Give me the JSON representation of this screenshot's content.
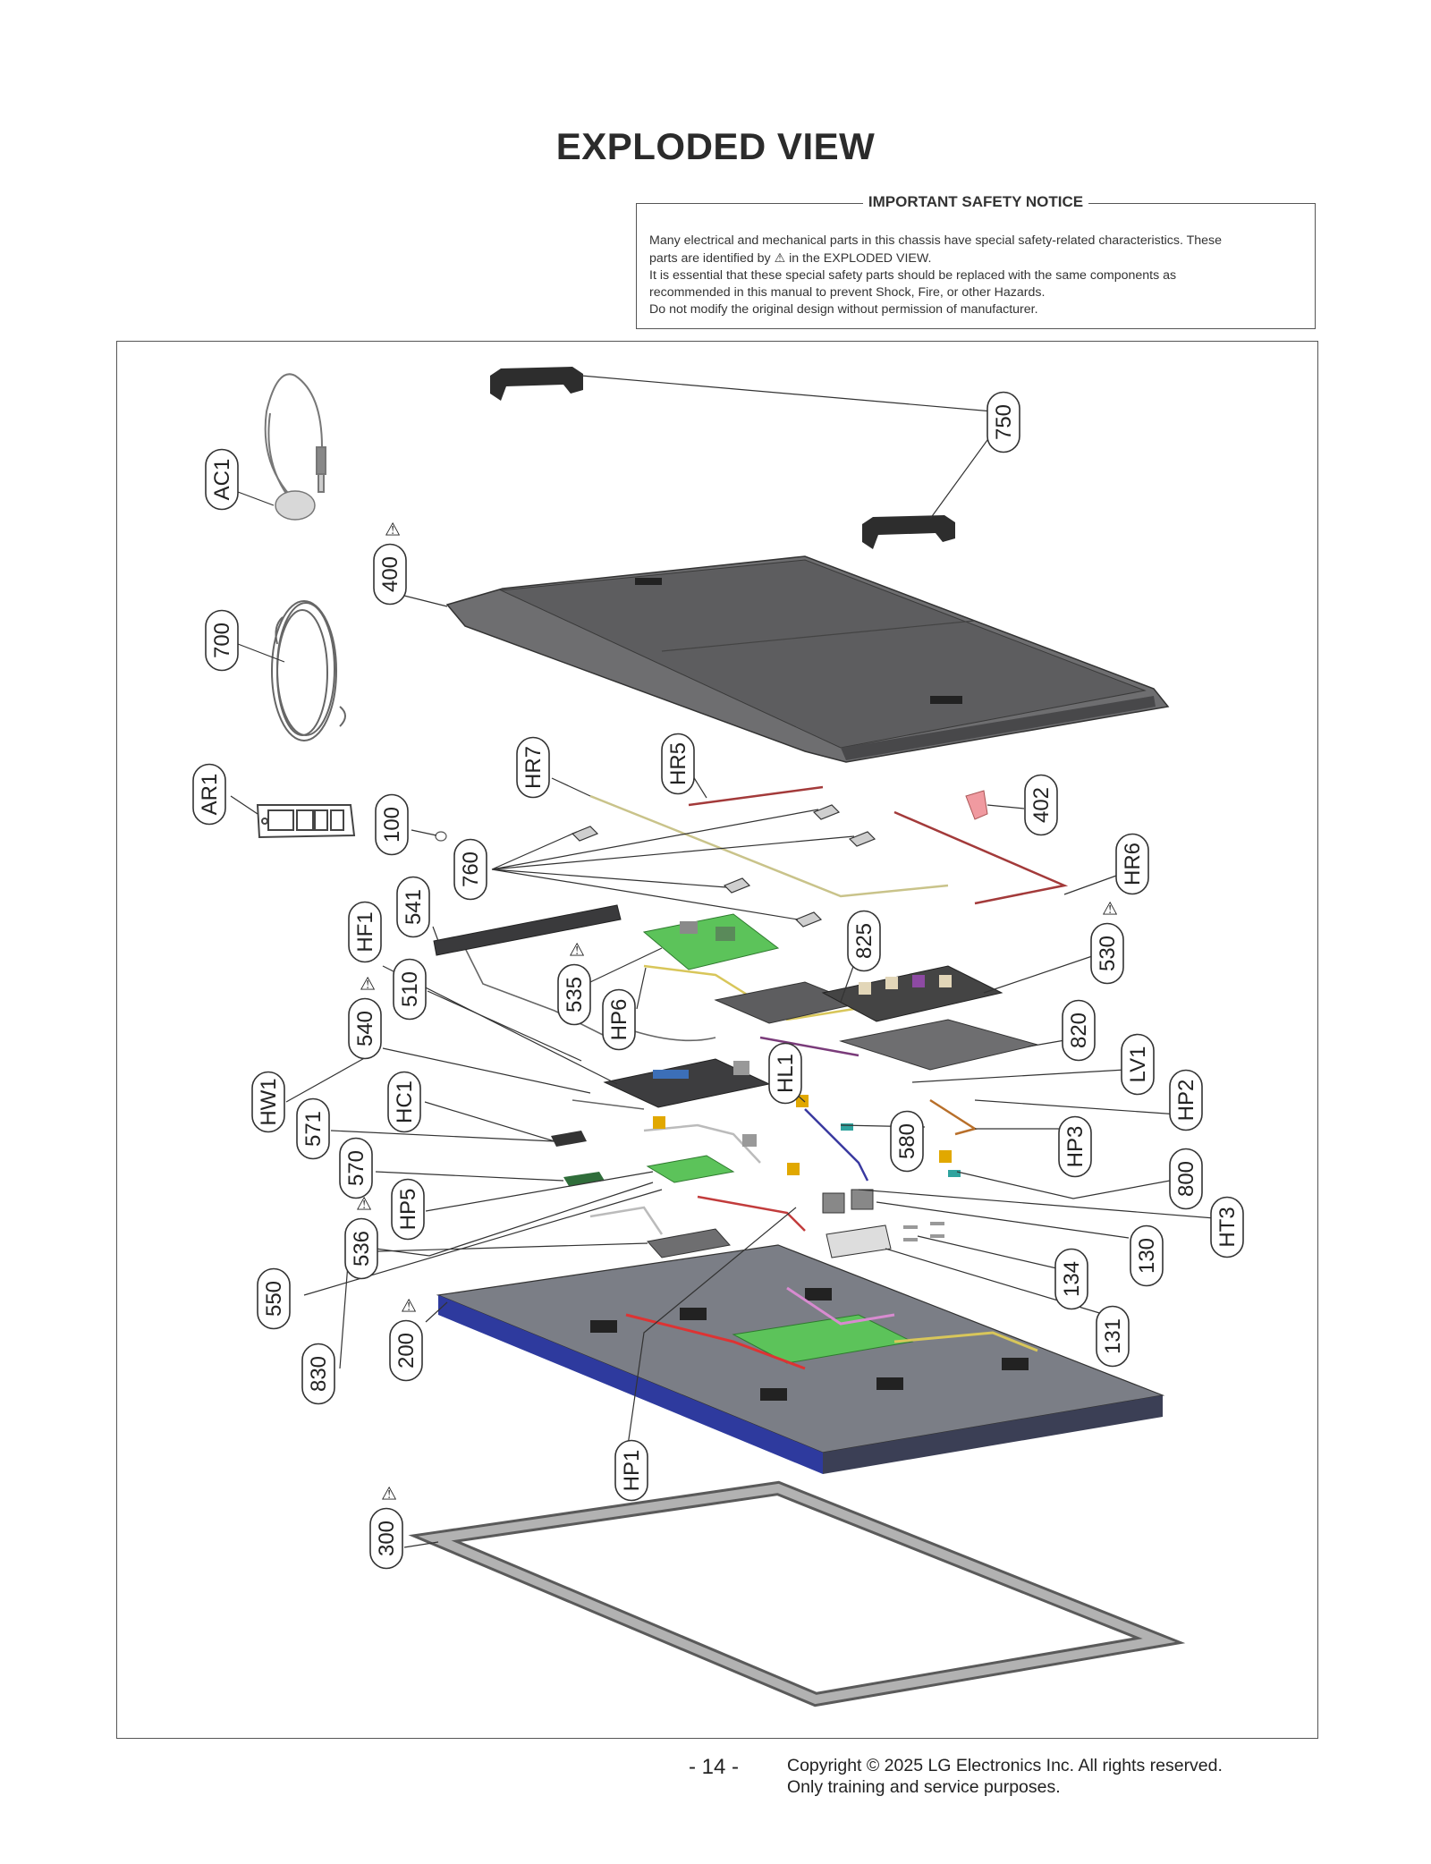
{
  "page": {
    "title": "EXPLODED VIEW",
    "page_number": "- 14 -",
    "copyright_line1": "Copyright © 2025 LG Electronics Inc. All rights reserved.",
    "copyright_line2": "Only training and service purposes."
  },
  "notice": {
    "heading": "IMPORTANT SAFETY NOTICE",
    "line1": "Many electrical and mechanical parts in this chassis have special safety-related characteristics. These",
    "line2a": "parts are identified by",
    "line2b": "in the EXPLODED VIEW.",
    "line3": "It is essential that these special safety parts should be replaced with the same components as",
    "line4": "recommended in this manual to prevent Shock, Fire, or other Hazards.",
    "line5": "Do not modify the original design without permission of manufacturer.",
    "symbol": "⚠"
  },
  "parts": [
    {
      "label": "AC1"
    },
    {
      "label": "700"
    },
    {
      "label": "AR1"
    },
    {
      "label": "100"
    },
    {
      "label": "760"
    },
    {
      "label": "400",
      "safety": true
    },
    {
      "label": "750"
    },
    {
      "label": "HR7"
    },
    {
      "label": "HR5"
    },
    {
      "label": "402"
    },
    {
      "label": "HR6"
    },
    {
      "label": "541"
    },
    {
      "label": "HF1"
    },
    {
      "label": "510"
    },
    {
      "label": "535",
      "safety": true
    },
    {
      "label": "HP6"
    },
    {
      "label": "825"
    },
    {
      "label": "530",
      "safety": true
    },
    {
      "label": "540",
      "safety": true
    },
    {
      "label": "HW1"
    },
    {
      "label": "HC1"
    },
    {
      "label": "571"
    },
    {
      "label": "570"
    },
    {
      "label": "HP5"
    },
    {
      "label": "536",
      "safety": true
    },
    {
      "label": "550"
    },
    {
      "label": "830"
    },
    {
      "label": "200",
      "safety": true
    },
    {
      "label": "HL1"
    },
    {
      "label": "820"
    },
    {
      "label": "LV1"
    },
    {
      "label": "HP2"
    },
    {
      "label": "580"
    },
    {
      "label": "HP3"
    },
    {
      "label": "800"
    },
    {
      "label": "HT3"
    },
    {
      "label": "130"
    },
    {
      "label": "134"
    },
    {
      "label": "131"
    },
    {
      "label": "HP1"
    },
    {
      "label": "300",
      "safety": true
    }
  ],
  "colors": {
    "cabinet_gray": "#6e6e70",
    "backcover_gray": "#5d5d5f",
    "board_green": "#5cc35a",
    "panel_blue": "#2e3a9e",
    "frame_gray": "#a3a3a3",
    "cable_red": "#a33a3a",
    "cable_yellow": "#d8c65a"
  }
}
